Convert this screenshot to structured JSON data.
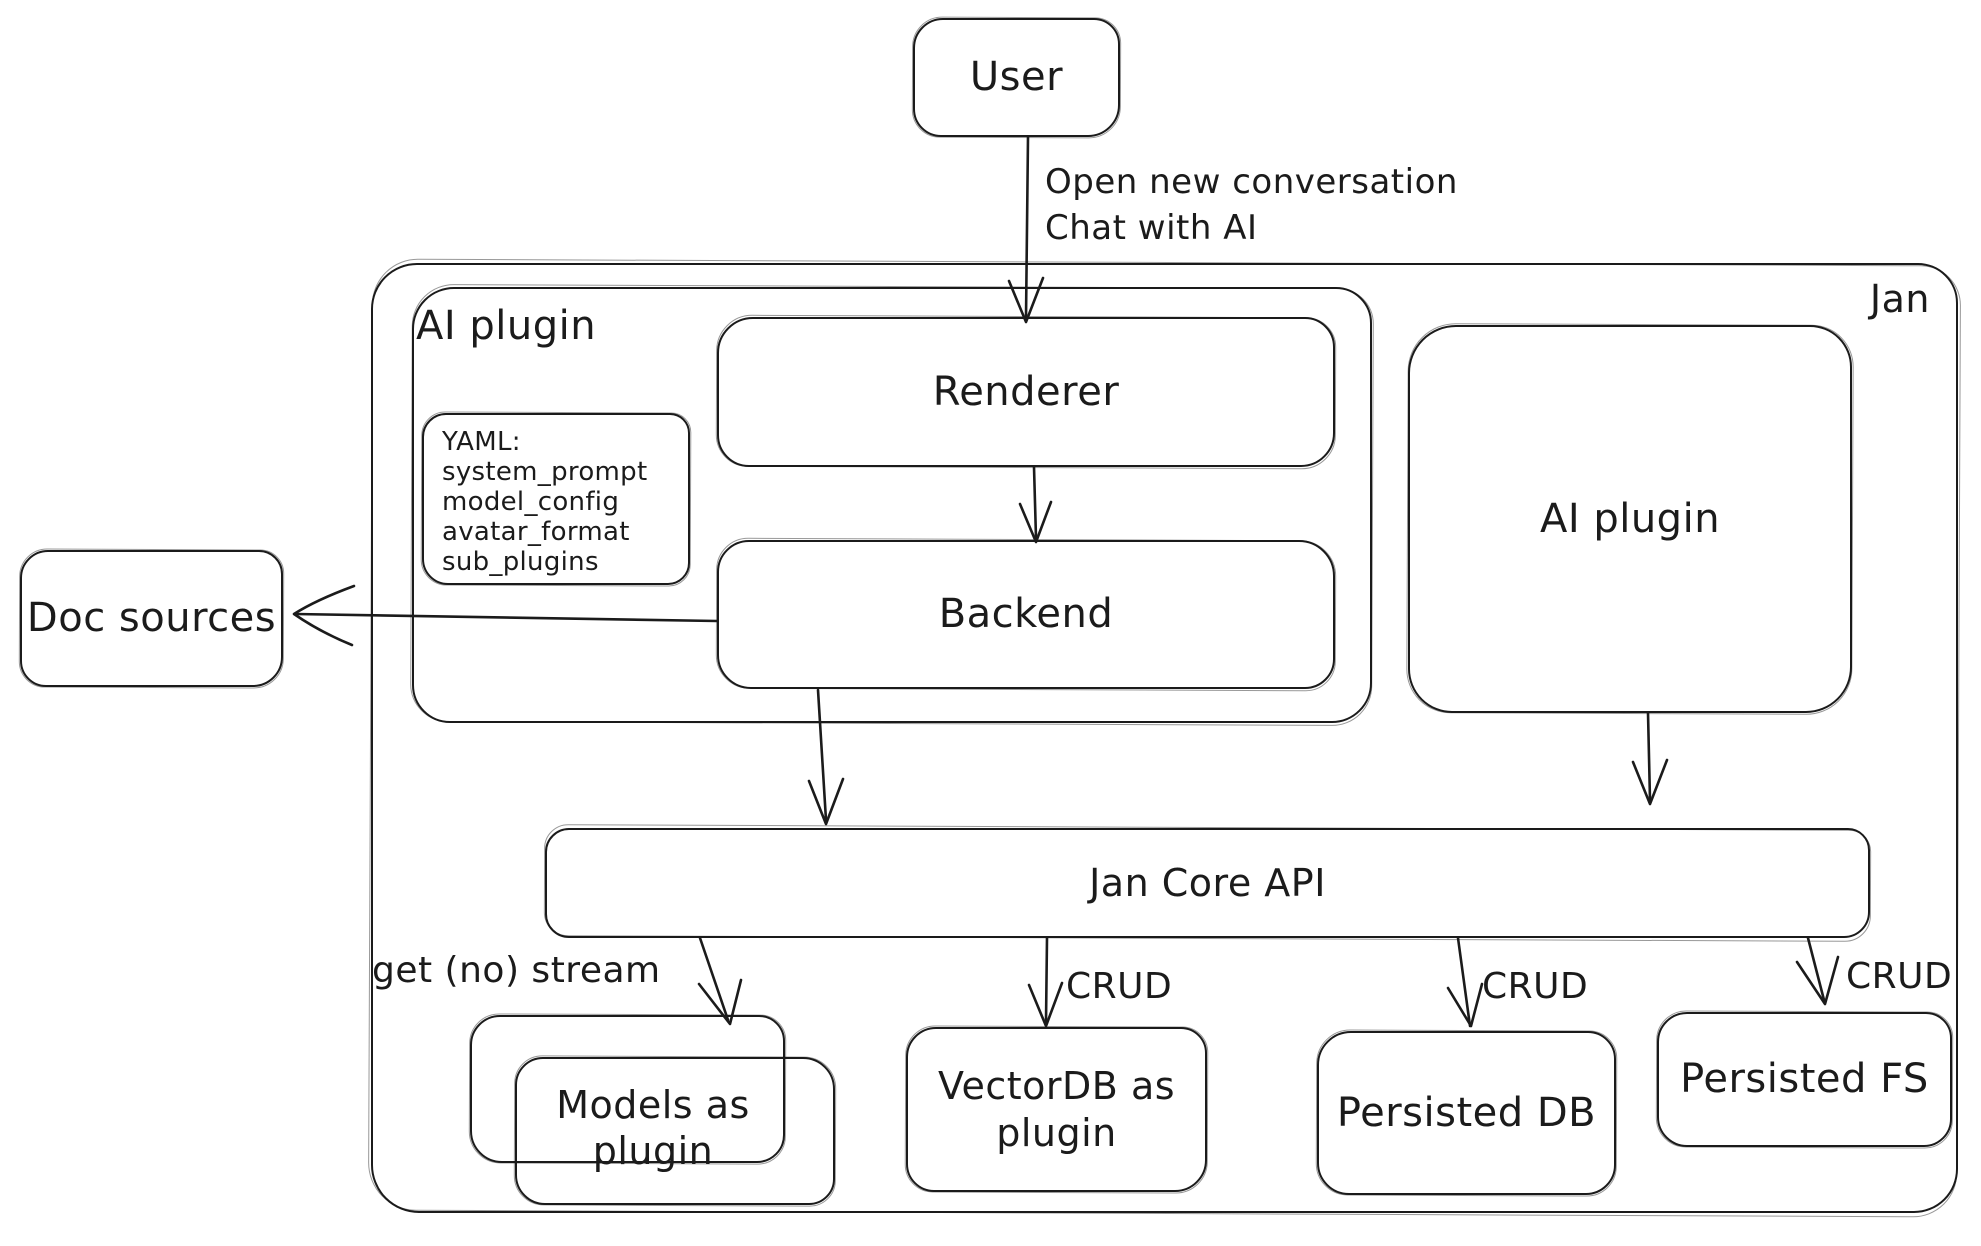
{
  "colors": {
    "stroke": "#1b1b1b",
    "background": "#ffffff"
  },
  "nodes": {
    "user": "User",
    "jan_container": "Jan",
    "ai_plugin_container": "AI plugin",
    "renderer": "Renderer",
    "backend": "Backend",
    "yaml_note": {
      "title": "YAML:",
      "lines": [
        "system_prompt",
        "model_config",
        "avatar_format",
        "sub_plugins"
      ]
    },
    "doc_sources": "Doc sources",
    "ai_plugin_box": "AI plugin",
    "jan_core_api": "Jan Core API",
    "models_as_plugin": "Models as plugin",
    "vectordb_as_plugin": "VectorDB as plugin",
    "persisted_db": "Persisted DB",
    "persisted_fs": "Persisted FS"
  },
  "edge_labels": {
    "user_flow_line1": "Open new conversation",
    "user_flow_line2": "Chat with AI",
    "models_edge": "get (no) stream",
    "vectordb_edge": "CRUD",
    "persisted_db_edge": "CRUD",
    "persisted_fs_edge": "CRUD"
  }
}
